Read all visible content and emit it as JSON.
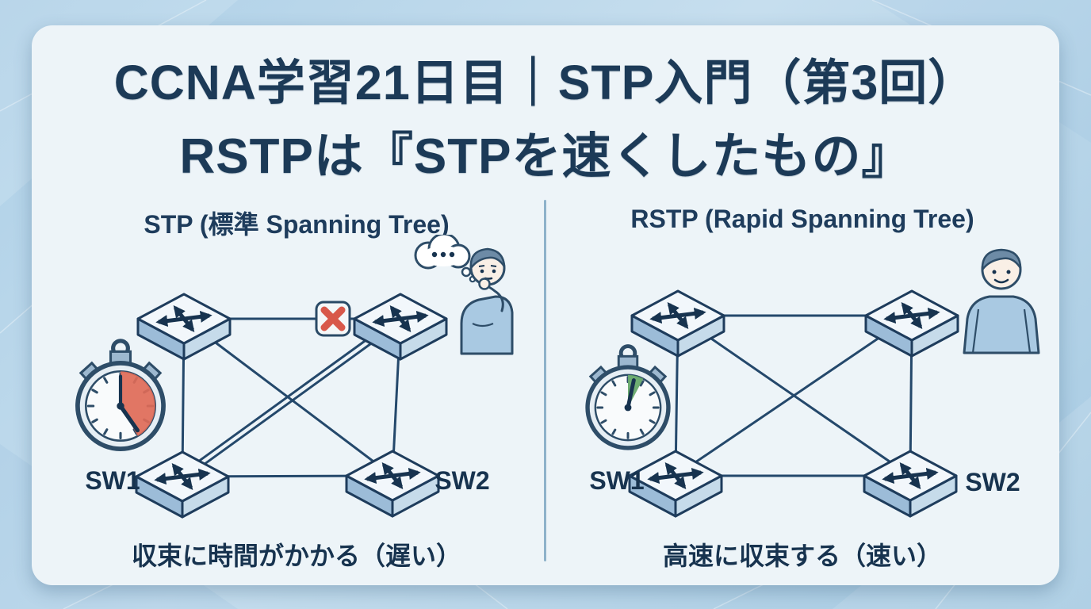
{
  "title": {
    "line1": "CCNA学習21日目｜STP入門（第3回）",
    "line2": "RSTPは『STPを速くしたもの』"
  },
  "panels": {
    "left": {
      "header": "STP (標準 Spanning Tree)",
      "caption": "収束に時間がかかる（遅い）",
      "switch_labels": {
        "sw1": "SW1",
        "sw2": "SW2"
      },
      "topology": "4-switch full mesh, link between top switches blocked/failed (red X)",
      "icons": {
        "stopwatch": "stopwatch-red-icon",
        "link_failure": "red-x-icon",
        "person": "thinking-person-icon",
        "thought_bubble": "thought-bubble-icon",
        "switch": "switch-icon"
      }
    },
    "right": {
      "header": "RSTP (Rapid Spanning Tree)",
      "caption": "高速に収束する（速い）",
      "switch_labels": {
        "sw1": "SW1",
        "sw2": "SW2"
      },
      "topology": "4-switch full mesh, all links active",
      "icons": {
        "stopwatch": "stopwatch-green-icon",
        "person": "happy-person-icon",
        "switch": "switch-icon"
      }
    }
  },
  "colors": {
    "page_background": "#b3d2e8",
    "card_background": "#edf4f8",
    "title_text": "#1c3a57",
    "body_text": "#17334f",
    "link_line": "#24486b",
    "switch_top": "#f2f7fb",
    "switch_side_dark": "#9cbcd8",
    "switch_side_light": "#c6dbea",
    "stopwatch_slow_sector": "#de6a57",
    "stopwatch_fast_sector": "#66a96a",
    "failure_x": "#d8584a",
    "divider": "#7ca6c2"
  }
}
